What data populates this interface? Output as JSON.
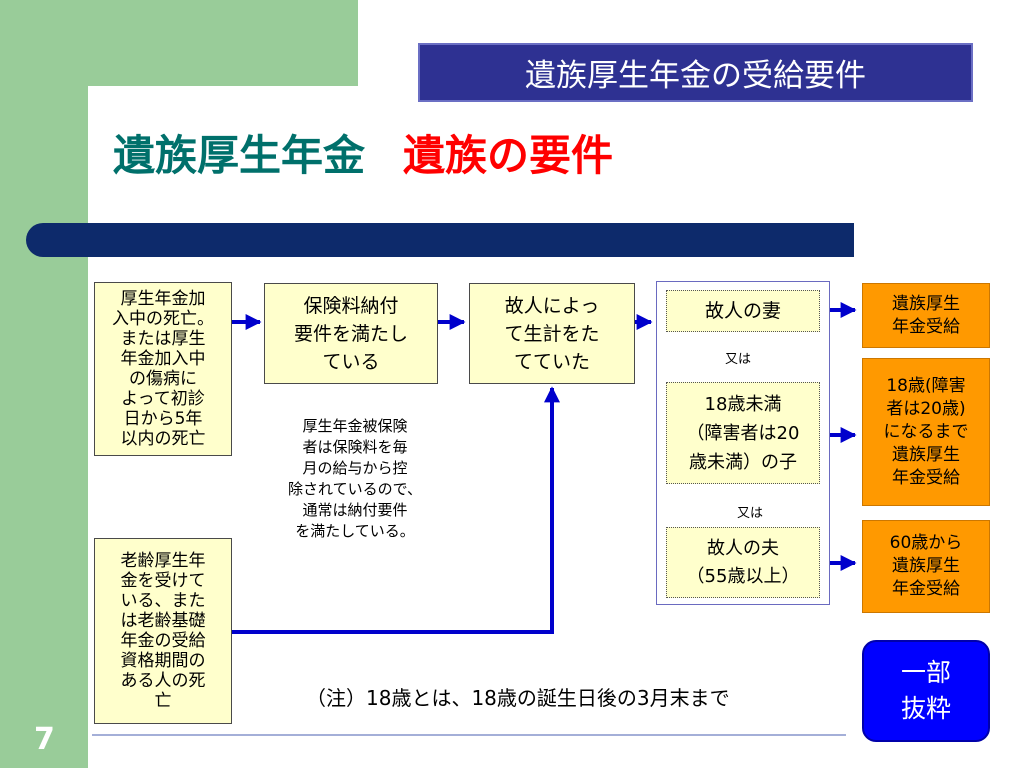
{
  "header": {
    "label": "遺族厚生年金の受給要件"
  },
  "title": {
    "part1": "遺族厚生年金",
    "part2": "遺族の要件"
  },
  "conditions": {
    "box1": [
      "厚生年金加",
      "入中の死亡。",
      "または厚生",
      "年金加入中",
      "の傷病に",
      "よって初診",
      "日から5年",
      "以内の死亡"
    ],
    "box2": [
      "老齢厚生年",
      "金を受けて",
      "いる、また",
      "は老齢基礎",
      "年金の受給",
      "資格期間の",
      "ある人の死",
      "亡"
    ],
    "premium": [
      "保険料納付",
      "要件を満たし",
      "ている"
    ],
    "dependency": [
      "故人によっ",
      "て生計をた",
      "てていた"
    ]
  },
  "note": [
    "厚生年金被保険",
    "者は保険料を毎",
    "月の給与から控",
    "除されているので、",
    "通常は納付要件",
    "を満たしている。"
  ],
  "bereaved": {
    "wife": "故人の妻",
    "or1": "又は",
    "child": [
      "18歳未満",
      "（障害者は20",
      "歳未満）の子"
    ],
    "or2": "又は",
    "husband": [
      "故人の夫",
      "（55歳以上）"
    ]
  },
  "outcomes": {
    "wife": [
      "遺族厚生",
      "年金受給"
    ],
    "child": [
      "18歳(障害",
      "者は20歳)",
      "になるまで",
      "遺族厚生",
      "年金受給"
    ],
    "husband": [
      "60歳から",
      "遺族厚生",
      "年金受給"
    ]
  },
  "footnote": "（注）18歳とは、18歳の誕生日後の3月末まで",
  "badge": [
    "一部",
    "抜粋"
  ],
  "page_number": "7",
  "colors": {
    "header_bg": "#2e3192",
    "title_teal": "#00706b",
    "title_red": "#ff0000",
    "arrow": "#0000cc",
    "outcome": "#ff9900",
    "condition_bg": "#ffffcc"
  }
}
